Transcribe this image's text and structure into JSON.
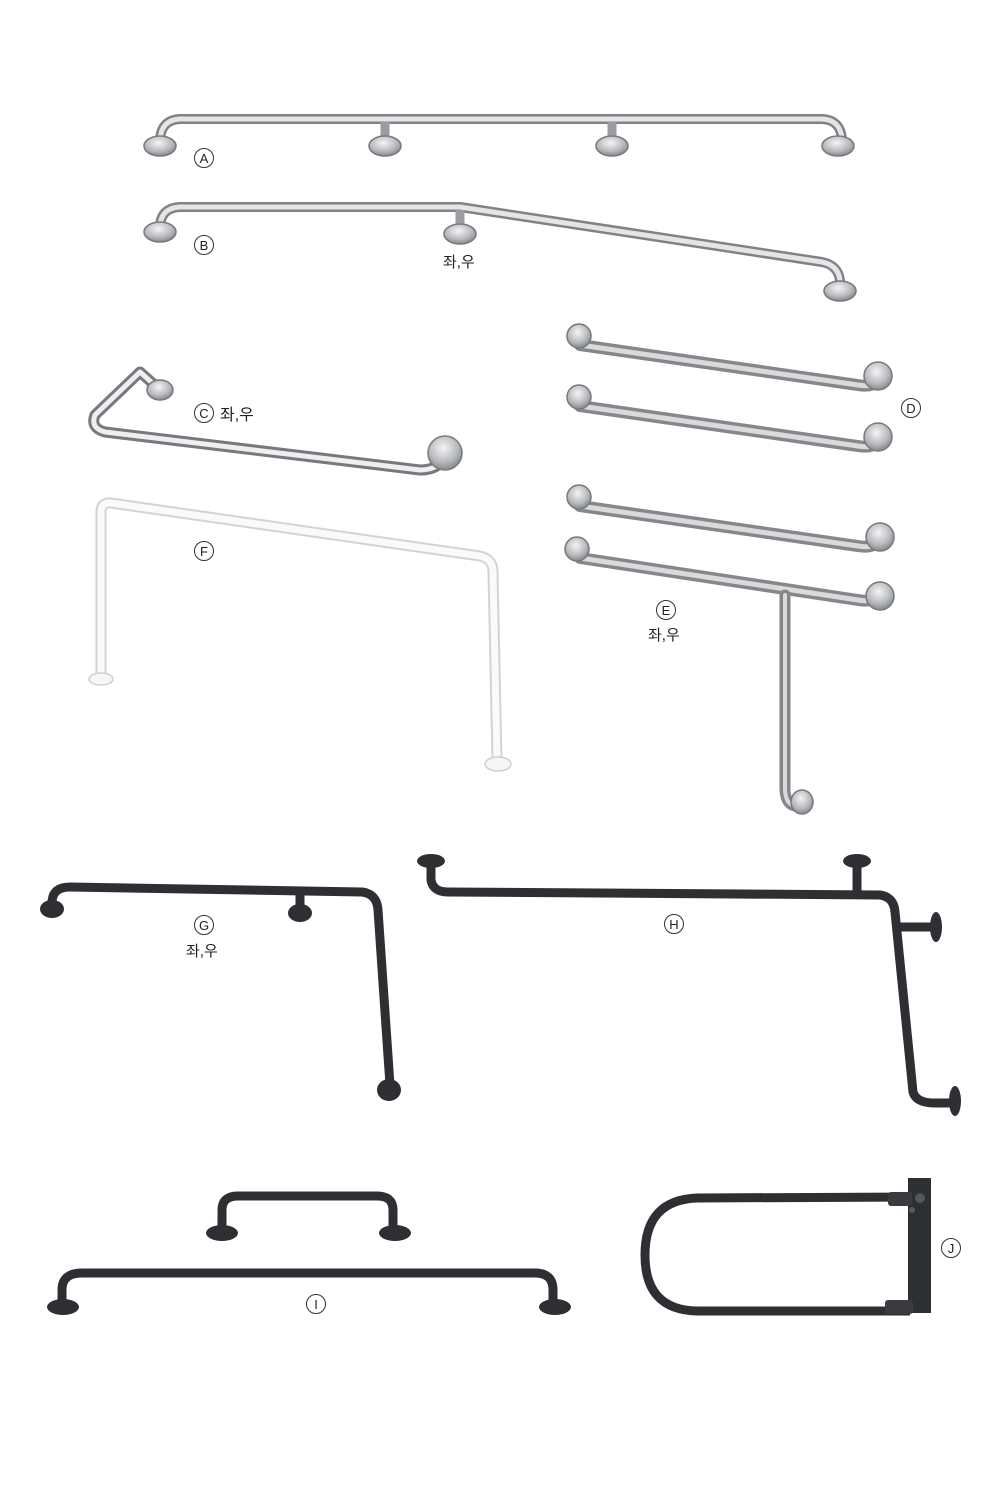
{
  "labels": {
    "A": "A",
    "B": "B",
    "C": "C",
    "D": "D",
    "E": "E",
    "F": "F",
    "G": "G",
    "H": "H",
    "I": "I",
    "J": "J"
  },
  "notes": {
    "left_right": "좌,우"
  },
  "colors": {
    "steel": "#c4c6c8",
    "steel_edge": "#8a8c90",
    "white_bar": "#f7f7f7",
    "white_edge": "#d2d2d2",
    "black_bar": "#2e2f33"
  }
}
